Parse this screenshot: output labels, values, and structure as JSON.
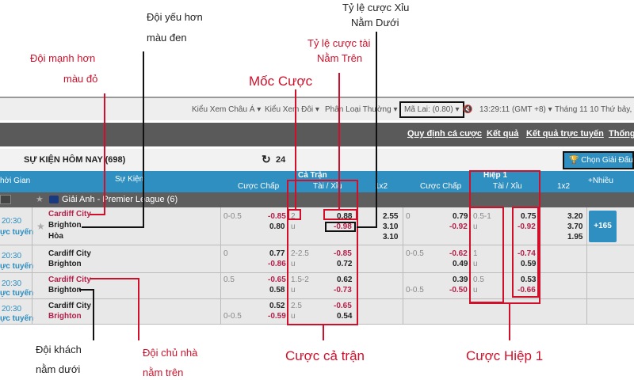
{
  "topbar": {
    "view_asia": "Kiểu Xem Châu Á ▾",
    "view_team": "Kiểu Xem Đôi ▾",
    "category": "Phân Loại Thường ▾",
    "odds_type": "Mã Lai: (0.80) ▾",
    "time": "13:29:11 (GMT +8) ▾",
    "date": "Tháng 11 10 Thứ bảy, 20"
  },
  "nav": [
    "Quy định cá cược",
    "Kết quả",
    "Kết quả trực tuyến",
    "Thống"
  ],
  "events": {
    "title": "SỰ KIỆN HÔM NAY (698)",
    "refresh": "24",
    "choose_league": "Chọn Giải Đấu"
  },
  "header": {
    "time": "hời Gian",
    "event": "Sự Kiện",
    "full": "Cả Trận",
    "handicap": "Cược Chấp",
    "ou": "Tài / Xỉu",
    "x12": "1x2",
    "h1": "Hiệp 1",
    "h1_handicap": "Cược Chấp",
    "h1_ou": "Tài / Xỉu",
    "h1_x12": "1x2",
    "more": "+Nhiều"
  },
  "league": "Giải Anh - Premier League (6)",
  "rows": [
    {
      "time": "20:30",
      "live": "ực tuyến",
      "home": "Cardiff City",
      "away": "Brighton",
      "draw": "Hòa",
      "hcap": "0-0.5",
      "hc1": "-0.85",
      "hc2": "0.80",
      "ou": "2",
      "ou_u": "u",
      "ou1": "0.88",
      "ou2": "-0.98",
      "x1": "2.55",
      "x2": "3.10",
      "x3": "3.10",
      "h1hcap": "0",
      "h1hc1": "0.79",
      "h1hc2": "-0.92",
      "h1ou": "0.5-1",
      "h1u": "u",
      "h1ou1": "0.75",
      "h1ou2": "-0.92",
      "h1x1": "3.20",
      "h1x2": "3.70",
      "h1x3": "1.95",
      "more": "+165"
    },
    {
      "time": "20:30",
      "live": "ực tuyến",
      "home": "Cardiff City",
      "away": "Brighton",
      "hcap": "0",
      "hc1": "0.77",
      "hc2": "-0.86",
      "ou": "2-2.5",
      "ou_u": "u",
      "ou1": "-0.85",
      "ou2": "0.72",
      "h1hcap": "0-0.5",
      "h1hc1": "-0.62",
      "h1hc2": "0.49",
      "h1ou": "1",
      "h1u": "u",
      "h1ou1": "-0.74",
      "h1ou2": "0.59"
    },
    {
      "time": "20:30",
      "live": "ực tuyến",
      "home": "Cardiff City",
      "away": "Brighton",
      "hcap": "0.5",
      "hc1": "-0.65",
      "hc2": "0.58",
      "ou": "1.5-2",
      "ou_u": "u",
      "ou1": "0.62",
      "ou2": "-0.73",
      "h1hcap": "0-0.5",
      "h1hc1": "0.39",
      "h1hc2": "-0.50",
      "h1ou": "0.5",
      "h1u": "u",
      "h1ou1": "0.53",
      "h1ou2": "-0.66"
    },
    {
      "time": "20:30",
      "live": "ực tuyến",
      "home": "Cardiff City",
      "away": "Brighton",
      "hcap": "0-0.5",
      "hc1": "0.52",
      "hc2": "-0.59",
      "ou": "2.5",
      "ou_u": "u",
      "ou1": "-0.65",
      "ou2": "0.54"
    }
  ],
  "annotations": {
    "weak1": "Đội yếu hơn",
    "weak2": "màu đen",
    "strong1": "Đội mạnh hơn",
    "strong2": "màu đỏ",
    "under1": "Tỷ lệ cược Xỉu",
    "under2": "Nằm Dưới",
    "over1": "Tỷ lệ cược tài",
    "over2": "Nằm Trên",
    "line": "Mốc Cược",
    "away1": "Đội khách",
    "away2": "nằm dưới",
    "home1": "Đội chủ nhà",
    "home2": "nằm trên",
    "full": "Cược cả trận",
    "h1": "Cược Hiệp 1"
  },
  "colors": {
    "annotation": "#d0102a",
    "header": "#2f8fc1",
    "favorite": "#b5204a"
  }
}
